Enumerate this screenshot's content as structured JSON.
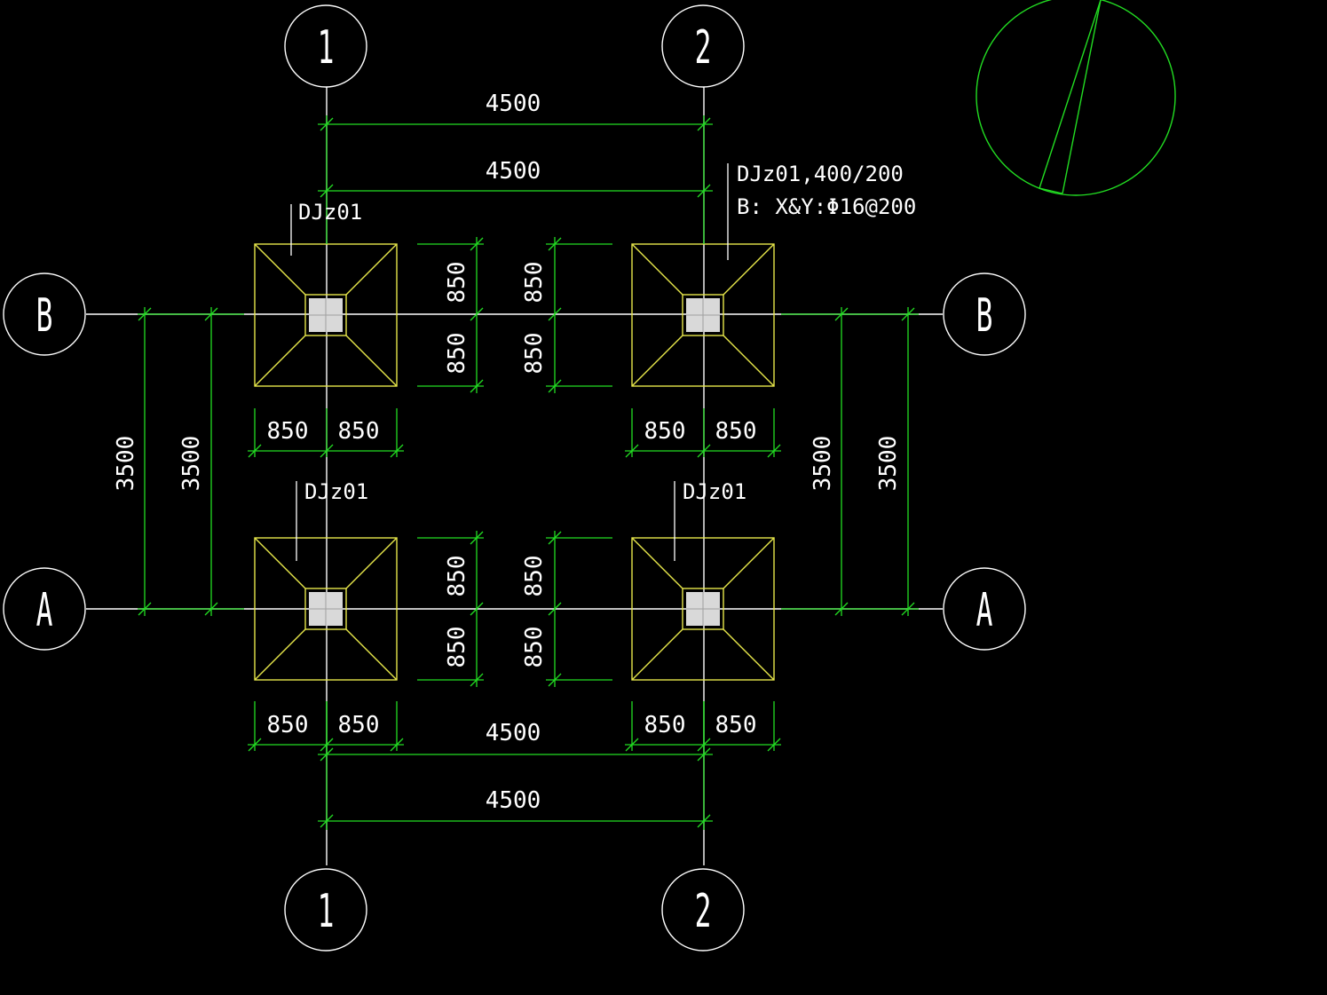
{
  "grid": {
    "columns": [
      {
        "label": "1"
      },
      {
        "label": "2"
      }
    ],
    "rows": [
      {
        "label": "B"
      },
      {
        "label": "A"
      }
    ]
  },
  "dimensions": {
    "span_x": "4500",
    "span_y": "3500",
    "half_footing": "850"
  },
  "footings": [
    {
      "label": "DJz01"
    },
    {
      "label": "DJz01,400/200",
      "note": "B:  X&Y:Φ16@200"
    },
    {
      "label": "DJz01"
    },
    {
      "label": "DJz01"
    }
  ],
  "colors": {
    "background": "#000000",
    "grid_line": "#ffffff",
    "dimension": "#22dd22",
    "footing_outline": "#e6e64a",
    "column_fill": "#d9d9d9"
  },
  "icons": {
    "north_arrow": "north-arrow-icon"
  }
}
